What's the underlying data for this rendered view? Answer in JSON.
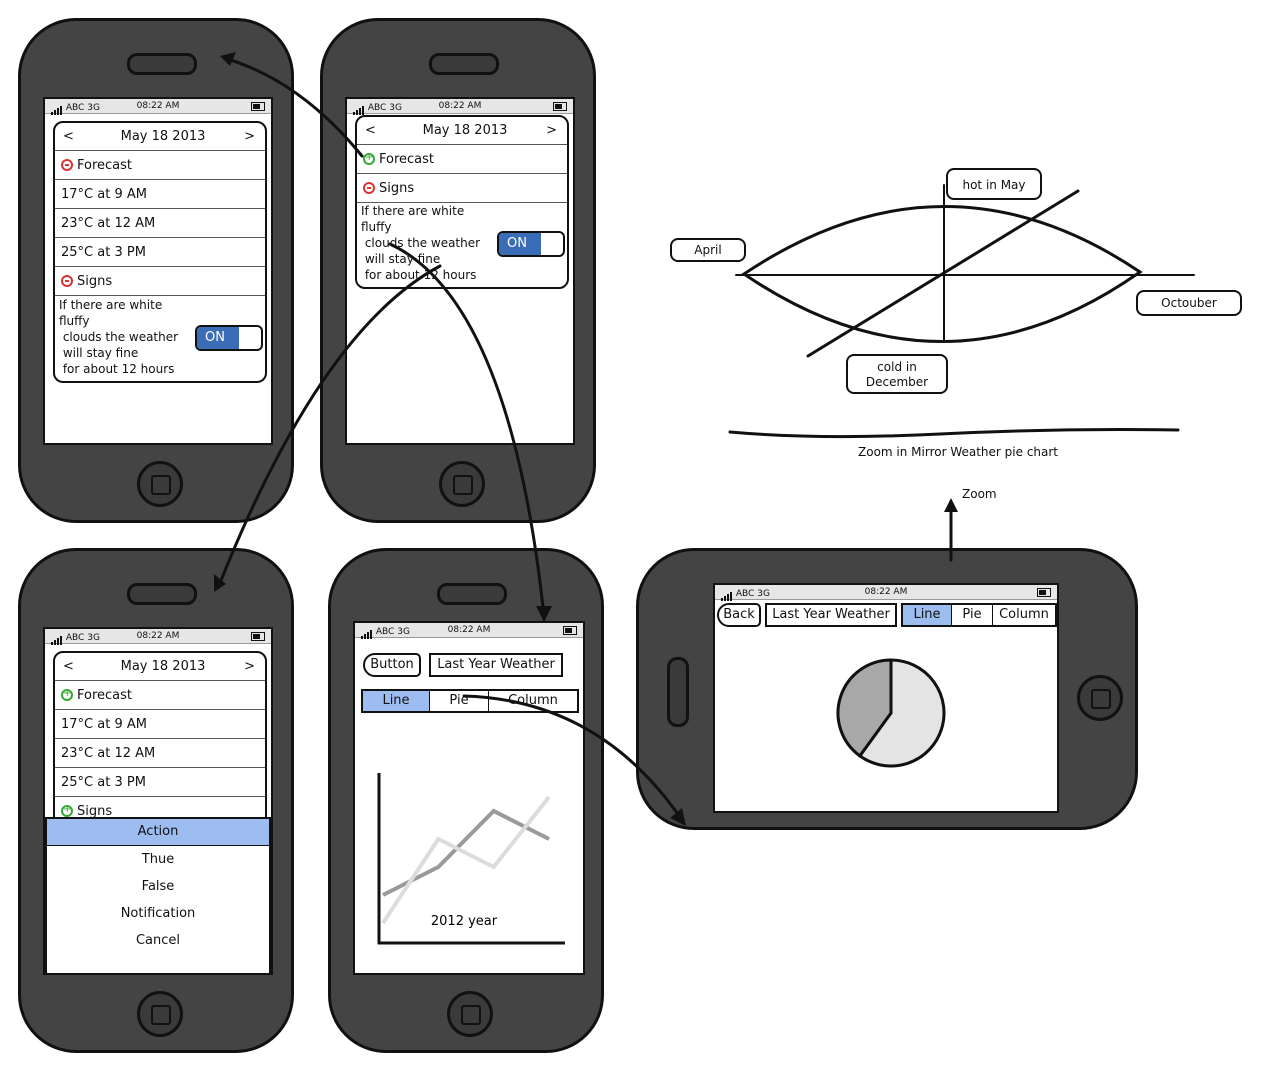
{
  "status": {
    "carrier": "ABC",
    "network": "3G",
    "time": "08:22 AM"
  },
  "calendar": {
    "date": "May 18 2013",
    "prev": "<",
    "next": ">"
  },
  "sections": {
    "forecast": "Forecast",
    "signs": "Signs"
  },
  "forecast_rows": [
    "17°C at 9 AM",
    "23°C at 12 AM",
    "25°C at 3 PM"
  ],
  "sign_text": "If there are white\nfluffy\n clouds the weather\n will stay fine\n for about 12 hours",
  "toggle": {
    "label": "ON"
  },
  "action_sheet": {
    "title": "Action",
    "options": [
      "Thue",
      "False",
      "Notification",
      "Cancel"
    ]
  },
  "chart_screen": {
    "back_button": "Button",
    "back_button_landscape": "Back",
    "title_button": "Last Year Weather",
    "segments": [
      "Line",
      "Pie",
      "Column"
    ],
    "selected_segment": "Line",
    "line_caption": "2012 year"
  },
  "zoom_diagram": {
    "callouts": [
      "April",
      "hot in May",
      "Octouber",
      "cold in\nDecember"
    ],
    "caption": "Zoom in Mirror Weather pie chart",
    "zoom_label": "Zoom"
  },
  "chart_data": [
    {
      "type": "line",
      "title": "",
      "caption": "2012 year",
      "series": [
        {
          "values": [
            2,
            4,
            8,
            6
          ]
        },
        {
          "values": [
            0,
            6,
            4,
            9
          ]
        }
      ]
    },
    {
      "type": "pie",
      "title": "",
      "slices": [
        {
          "value": 40,
          "color": "#a8a8a8"
        },
        {
          "value": 60,
          "color": "#e4e4e4"
        }
      ]
    }
  ],
  "colors": {
    "device": "#444444",
    "toggle_on": "#3a6db5",
    "selected": "#9dbdf0",
    "remove": "#dd3333",
    "add": "#33aa33"
  }
}
